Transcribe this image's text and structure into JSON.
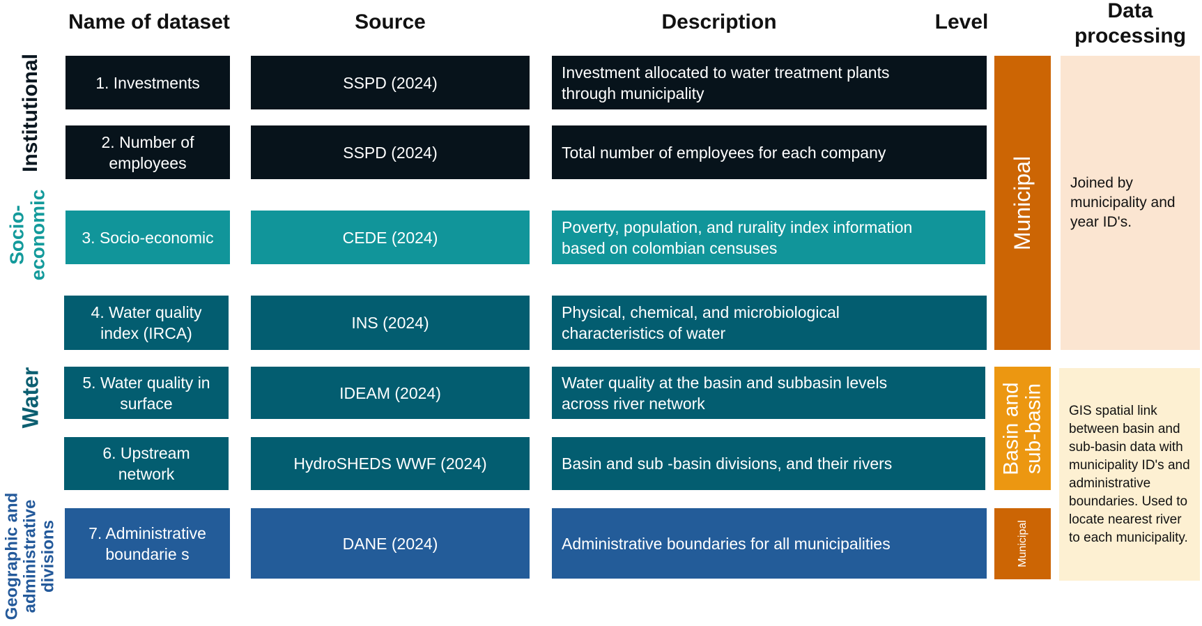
{
  "headers": {
    "name": "Name of dataset",
    "source": "Source",
    "description": "Description",
    "level": "Level",
    "data_processing": "Data processing"
  },
  "groups": [
    {
      "label": "Institutional",
      "color": "#0b1720"
    },
    {
      "label": "Socio-\neconomic",
      "color": "#139a9b"
    },
    {
      "label": "Water",
      "color": "#0c5f71"
    },
    {
      "label": "Geographic and\nadministrative\ndivisions",
      "color": "#23599a"
    }
  ],
  "rows": [
    {
      "name": "1. Investments",
      "source": "SSPD (2024)",
      "description": "Investment allocated to water treatment plants through municipality",
      "color": "#07131b"
    },
    {
      "name": "2. Number of employees",
      "source": "SSPD (2024)",
      "description": "Total number of employees for each company",
      "color": "#07131b"
    },
    {
      "name": "3. Socio-economic",
      "source": "CEDE (2024)",
      "description": "Poverty, population, and rurality index information based on colombian censuses",
      "color": "#11959a"
    },
    {
      "name": "4. Water quality index (IRCA)",
      "source": "INS (2024)",
      "description": "Physical, chemical, and microbiological characteristics of water",
      "color": "#035d70"
    },
    {
      "name": "5. Water quality in surface",
      "source": "IDEAM (2024)",
      "description": "Water quality at the basin and subbasin levels across river network",
      "color": "#035d70"
    },
    {
      "name": "6. Upstream network",
      "source": "HydroSHEDS WWF (2024)",
      "description": "Basin and sub -basin divisions, and their rivers",
      "color": "#035d70"
    },
    {
      "name": "7. Administrative boundarie s",
      "source": "DANE (2024)",
      "description": "Administrative boundaries for all municipalities",
      "color": "#235c99"
    }
  ],
  "levels": [
    {
      "label": "Municipal",
      "color": "#cc6504"
    },
    {
      "label": "Basin and\nsub-basin",
      "color": "#ec9711"
    },
    {
      "label": "Municipal",
      "color": "#cc6504"
    }
  ],
  "processing": [
    {
      "text": "Joined by municipality and year ID's.",
      "color": "#fbe5d1"
    },
    {
      "text": "GIS spatial link between basin and sub-basin data with municipality  ID's and administrative boundaries. Used to locate nearest river to each municipality.",
      "color": "#fdf0d2"
    }
  ]
}
